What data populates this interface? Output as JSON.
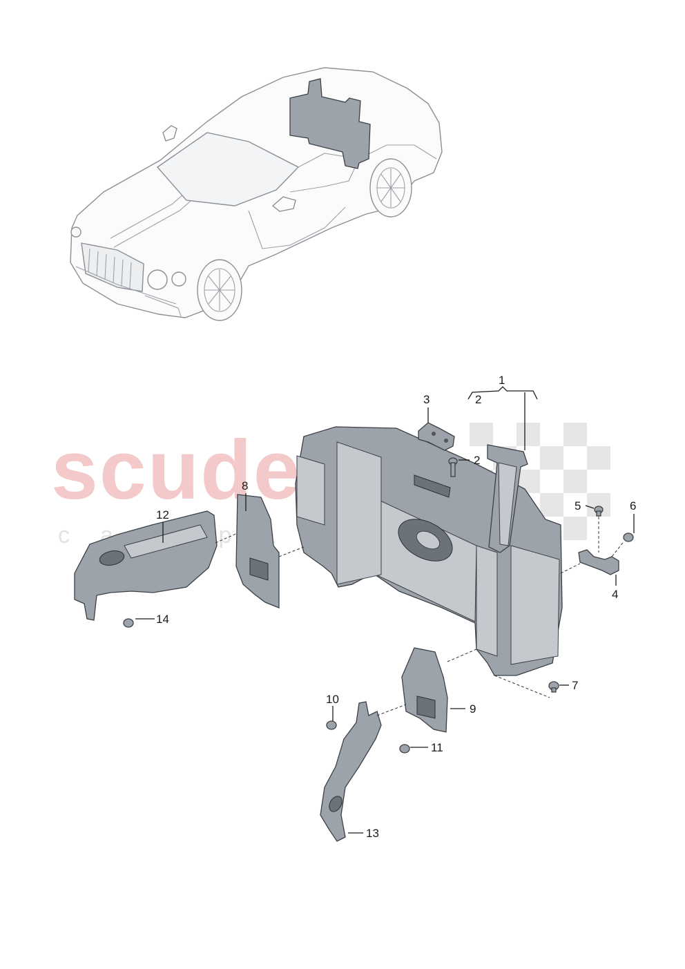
{
  "watermark": {
    "main": "scuderia",
    "sub": "car parts"
  },
  "callouts": [
    {
      "id": "c1",
      "label": "1"
    },
    {
      "id": "c2a",
      "label": "2"
    },
    {
      "id": "c3",
      "label": "3"
    },
    {
      "id": "c2b",
      "label": "2"
    },
    {
      "id": "c5",
      "label": "5"
    },
    {
      "id": "c6",
      "label": "6"
    },
    {
      "id": "c4",
      "label": "4"
    },
    {
      "id": "c12",
      "label": "12"
    },
    {
      "id": "c8",
      "label": "8"
    },
    {
      "id": "c14",
      "label": "14"
    },
    {
      "id": "c7",
      "label": "7"
    },
    {
      "id": "c10",
      "label": "10"
    },
    {
      "id": "c9",
      "label": "9"
    },
    {
      "id": "c11",
      "label": "11"
    },
    {
      "id": "c13",
      "label": "13"
    }
  ],
  "colors": {
    "part_fill": "#9da3aa",
    "part_stroke": "#3b4046",
    "car_outline": "#8a8f96",
    "watermark_red": "#f4c9c9",
    "checker": "#e6e6e6"
  }
}
